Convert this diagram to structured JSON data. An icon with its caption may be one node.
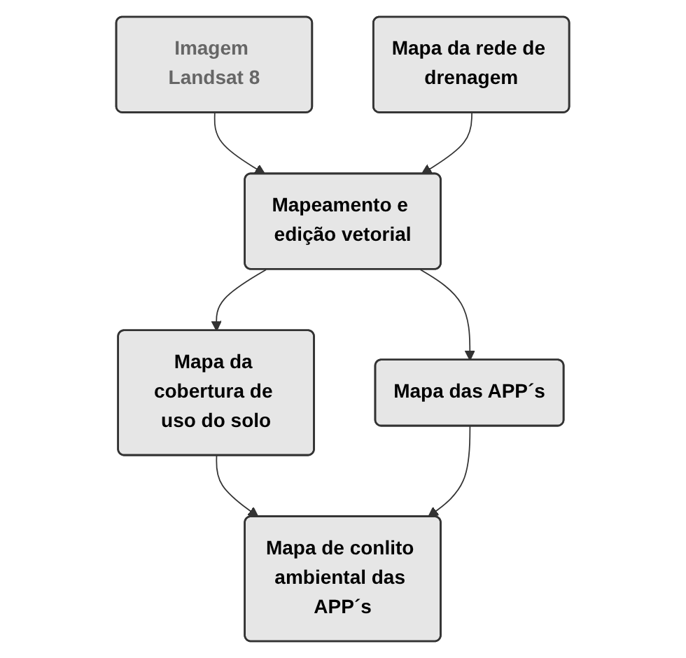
{
  "diagram": {
    "nodes": [
      {
        "text": [
          "Imagem Landsat 8"
        ]
      },
      {
        "text": [
          "Mapa da rede de drenagem"
        ]
      },
      {
        "text": [
          "Mapeamento e edição vetorial"
        ]
      },
      {
        "text": [
          "Mapa da cobertura de uso do solo"
        ]
      },
      {
        "text": [
          "Mapa das APP´s"
        ]
      },
      {
        "text": [
          "Mapa de conlito ambiental das APP´s"
        ]
      }
    ],
    "edges": [
      {
        "from": 0,
        "to": 2,
        "arrow": "to"
      },
      {
        "from": 1,
        "to": 2,
        "arrow": "to"
      },
      {
        "from": 2,
        "to": 3,
        "arrow": "to"
      },
      {
        "from": 2,
        "to": 4,
        "arrow": "to"
      },
      {
        "from": 3,
        "to": 5,
        "arrow": "to"
      },
      {
        "from": 4,
        "to": 5,
        "arrow": "to"
      }
    ]
  }
}
